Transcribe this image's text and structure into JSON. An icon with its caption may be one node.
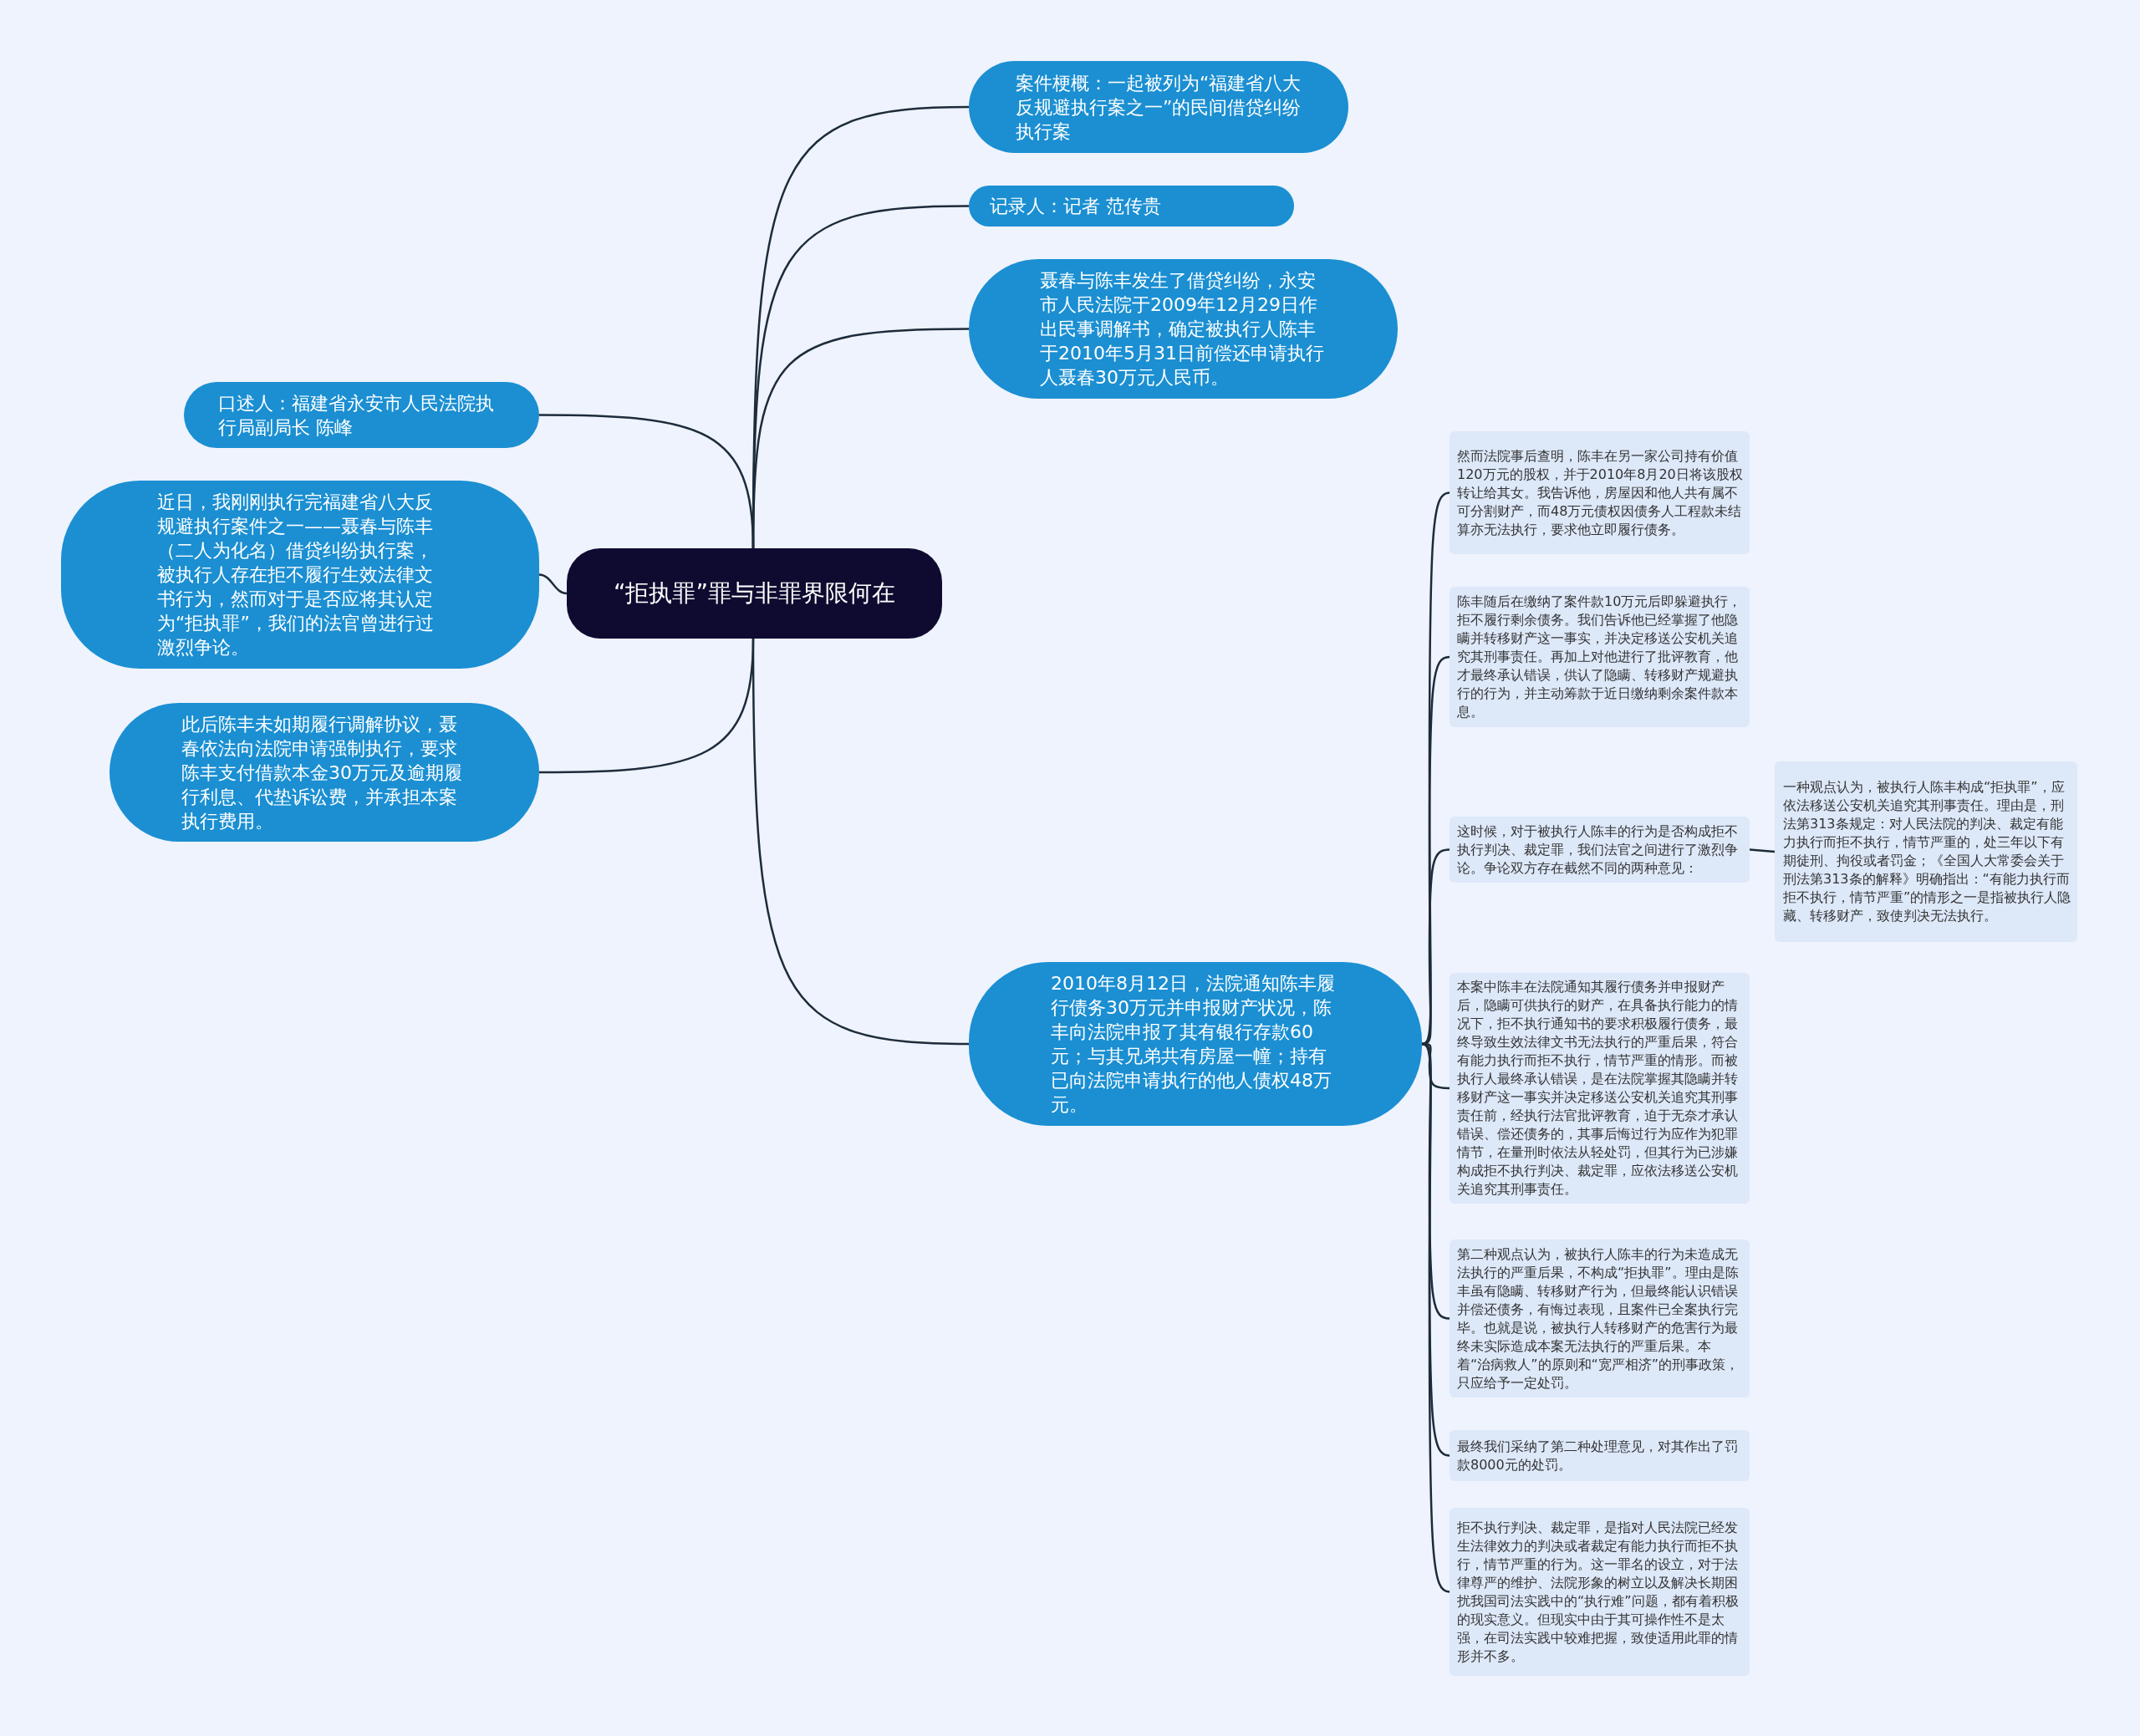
{
  "diagram": {
    "nodes": [
      {
        "text": [
          "“拒执罪”罪与非罪界限何在"
        ]
      },
      {
        "text": [
          "案件梗概：一起被列为“福建省八大反规避执行案之一”的民间借贷纠纷执行案"
        ]
      },
      {
        "text": [
          "记录人：记者 范传贵"
        ]
      },
      {
        "text": [
          "聂春与陈丰发生了借贷纠纷，永安市人民法院于2009年12月29日作出民事调解书，确定被执行人陈丰于2010年5月31日前偿还申请执行人聂春30万元人民币。"
        ]
      },
      {
        "text": [
          "口述人：福建省永安市人民法院执行局副局长 陈峰"
        ]
      },
      {
        "text": [
          "近日，我刚刚执行完福建省八大反规避执行案件之一——聂春与陈丰（二人为化名）借贷纠纷执行案，被执行人存在拒不履行生效法律文书行为，然而对于是否应将其认定为“拒执罪”，我们的法官曾进行过激烈争论。"
        ]
      },
      {
        "text": [
          "此后陈丰未如期履行调解协议，聂春依法向法院申请强制执行，要求陈丰支付借款本金30万元及逾期履行利息、代垫诉讼费，并承担本案执行费用。"
        ]
      },
      {
        "text": [
          "2010年8月12日，法院通知陈丰履行债务30万元并申报财产状况，陈丰向法院申报了其有银行存款60元；与其兄弟共有房屋一幢；持有已向法院申请执行的他人债权48万元。"
        ]
      },
      {
        "text": [
          "然而法院事后查明，陈丰在另一家公司持有价值120万元的股权，并于2010年8月20日将该股权转让给其女。我告诉他，房屋因和他人共有属不可分割财产，而48万元债权因债务人工程款未结算亦无法执行，要求他立即履行债务。"
        ]
      },
      {
        "text": [
          "陈丰随后在缴纳了案件款10万元后即躲避执行，拒不履行剩余债务。我们告诉他已经掌握了他隐瞒并转移财产这一事实，并决定移送公安机关追究其刑事责任。再加上对他进行了批评教育，他才最终承认错误，供认了隐瞒、转移财产规避执行的行为，并主动筹款于近日缴纳剩余案件款本息。"
        ]
      },
      {
        "text": [
          "这时候，对于被执行人陈丰的行为是否构成拒不执行判决、裁定罪，我们法官之间进行了激烈争论。争论双方存在截然不同的两种意见："
        ]
      },
      {
        "text": [
          "一种观点认为，被执行人陈丰构成“拒执罪”，应依法移送公安机关追究其刑事责任。理由是，刑法第313条规定：对人民法院的判决、裁定有能力执行而拒不执行，情节严重的，处三年以下有期徒刑、拘役或者罚金；《全国人大常委会关于刑法第313条的解释》明确指出：“有能力执行而拒不执行，情节严重”的情形之一是指被执行人隐藏、转移财产，致使判决无法执行。"
        ]
      },
      {
        "text": [
          "本案中陈丰在法院通知其履行债务并申报财产后，隐瞒可供执行的财产，在具备执行能力的情况下，拒不执行通知书的要求积极履行债务，最终导致生效法律文书无法执行的严重后果，符合有能力执行而拒不执行，情节严重的情形。而被执行人最终承认错误，是在法院掌握其隐瞒并转移财产这一事实并决定移送公安机关追究其刑事责任前，经执行法官批评教育，迫于无奈才承认错误、偿还债务的，其事后悔过行为应作为犯罪情节，在量刑时依法从轻处罚，但其行为已涉嫌构成拒不执行判决、裁定罪，应依法移送公安机关追究其刑事责任。"
        ]
      },
      {
        "text": [
          "第二种观点认为，被执行人陈丰的行为未造成无法执行的严重后果，不构成“拒执罪”。理由是陈丰虽有隐瞒、转移财产行为，但最终能认识错误并偿还债务，有悔过表现，且案件已全案执行完毕。也就是说，被执行人转移财产的危害行为最终未实际造成本案无法执行的严重后果。本着“治病救人”的原则和“宽严相济”的刑事政策，只应给予一定处罚。"
        ]
      },
      {
        "text": [
          "最终我们采纳了第二种处理意见，对其作出了罚款8000元的处罚。"
        ]
      },
      {
        "text": [
          "拒不执行判决、裁定罪，是指对人民法院已经发生法律效力的判决或者裁定有能力执行而拒不执行，情节严重的行为。这一罪名的设立，对于法律尊严的维护、法院形象的树立以及解决长期困扰我国司法实践中的“执行难”问题，都有着积极的现实意义。但现实中由于其可操作性不是太强，在司法实践中较难把握，致使适用此罪的情形并不多。"
        ]
      }
    ],
    "edges": [
      {
        "from": 0,
        "to": 1,
        "arrow": "none"
      },
      {
        "from": 0,
        "to": 2,
        "arrow": "none"
      },
      {
        "from": 0,
        "to": 3,
        "arrow": "none"
      },
      {
        "from": 0,
        "to": 4,
        "arrow": "none"
      },
      {
        "from": 0,
        "to": 5,
        "arrow": "none"
      },
      {
        "from": 0,
        "to": 6,
        "arrow": "none"
      },
      {
        "from": 0,
        "to": 7,
        "arrow": "none"
      },
      {
        "from": 7,
        "to": 8,
        "arrow": "none"
      },
      {
        "from": 7,
        "to": 9,
        "arrow": "none"
      },
      {
        "from": 7,
        "to": 10,
        "arrow": "none"
      },
      {
        "from": 10,
        "to": 11,
        "arrow": "none"
      },
      {
        "from": 7,
        "to": 12,
        "arrow": "none"
      },
      {
        "from": 7,
        "to": 13,
        "arrow": "none"
      },
      {
        "from": 7,
        "to": 14,
        "arrow": "none"
      },
      {
        "from": 7,
        "to": 15,
        "arrow": "none"
      }
    ]
  }
}
